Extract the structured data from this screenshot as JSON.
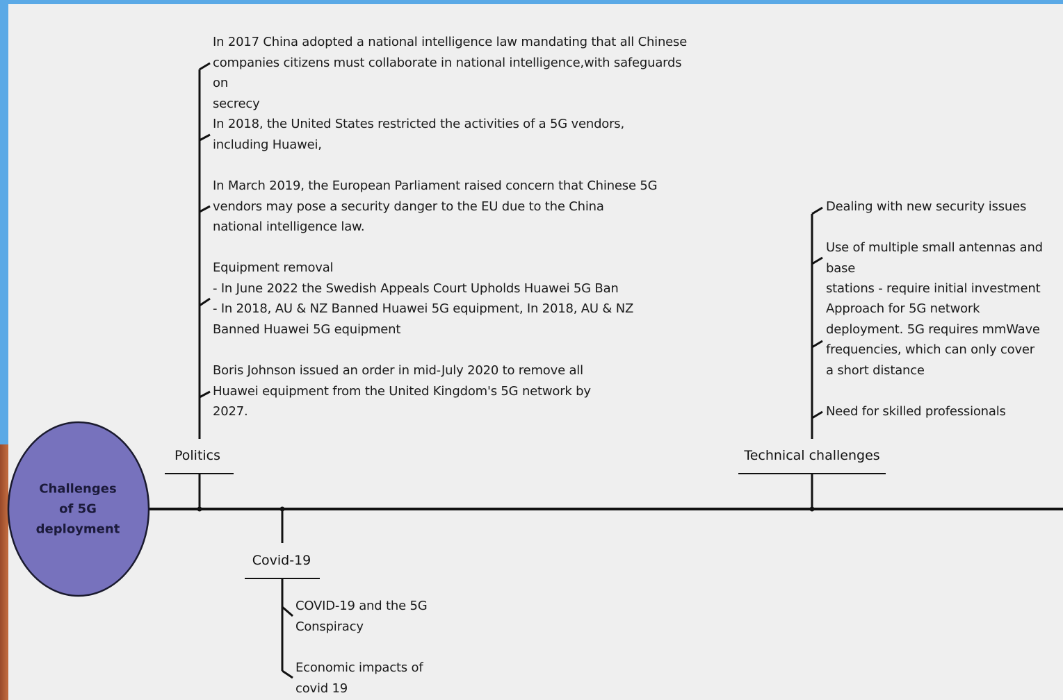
{
  "center": {
    "title": "Challenges\nof 5G\ndeployment",
    "fill_color": "#7772bd",
    "stroke_color": "#1a1a2e"
  },
  "branches": [
    {
      "id": "politics",
      "label": "Politics",
      "items": [
        "In 2017 China adopted a national intelligence law mandating that all Chinese\ncompanies citizens must collaborate in national intelligence,with safeguards on\nsecrecy",
        "In 2018, the United States restricted the activities of a 5G vendors,\nincluding Huawei,",
        "In March 2019, the European Parliament raised concern that Chinese 5G\nvendors may pose a security danger to the EU due to the China\nnational intelligence law.",
        "Equipment removal\n- In June 2022 the Swedish Appeals Court Upholds Huawei 5G Ban\n- In 2018, AU & NZ Banned Huawei 5G equipment,  In 2018, AU & NZ\nBanned Huawei 5G equipment",
        "Boris Johnson issued an order in mid-July 2020 to remove all\nHuawei equipment from the United Kingdom's 5G network by\n2027."
      ]
    },
    {
      "id": "covid",
      "label": "Covid-19",
      "items": [
        "COVID-19 and the 5G\nConspiracy",
        "Economic impacts of\ncovid 19"
      ]
    },
    {
      "id": "technical",
      "label": "Technical challenges",
      "items": [
        "Dealing with new security issues",
        "Use of multiple small antennas and base\nstations - require initial investment",
        "Approach for 5G network\ndeployment. 5G requires mmWave\nfrequencies, which can only cover\na short distance",
        "Need for skilled professionals"
      ]
    }
  ]
}
